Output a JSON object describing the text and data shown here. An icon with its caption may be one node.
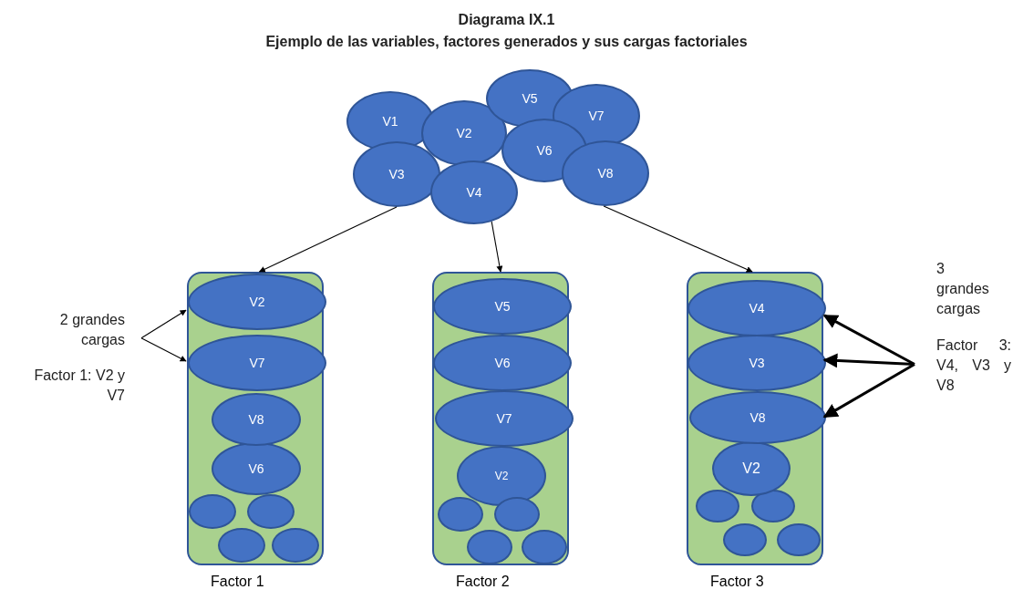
{
  "diagram": {
    "title": "Diagrama IX.1",
    "caption": "Ejemplo de las variables, factores generados y sus cargas factoriales",
    "nodes": [
      {
        "text": [
          "V1"
        ]
      },
      {
        "text": [
          "V2"
        ]
      },
      {
        "text": [
          "V3"
        ]
      },
      {
        "text": [
          "V4"
        ]
      },
      {
        "text": [
          "V5"
        ]
      },
      {
        "text": [
          "V6"
        ]
      },
      {
        "text": [
          "V7"
        ]
      },
      {
        "text": [
          "V8"
        ]
      },
      {
        "text": [
          "Factor 1"
        ]
      },
      {
        "text": [
          "V2"
        ],
        "in": 8
      },
      {
        "text": [
          "V7"
        ],
        "in": 8
      },
      {
        "text": [
          "V8"
        ],
        "in": 8
      },
      {
        "text": [
          "V6"
        ],
        "in": 8
      },
      {
        "text": [],
        "shape": "circle",
        "in": 8
      },
      {
        "text": [],
        "shape": "circle",
        "in": 8
      },
      {
        "text": [],
        "shape": "circle",
        "in": 8
      },
      {
        "text": [],
        "shape": "circle",
        "in": 8
      },
      {
        "text": [
          "Factor 2"
        ]
      },
      {
        "text": [
          "V5"
        ],
        "in": 17
      },
      {
        "text": [
          "V6"
        ],
        "in": 17
      },
      {
        "text": [
          "V7"
        ],
        "in": 17
      },
      {
        "text": [
          "V2"
        ],
        "in": 17
      },
      {
        "text": [],
        "shape": "circle",
        "in": 17
      },
      {
        "text": [],
        "shape": "circle",
        "in": 17
      },
      {
        "text": [],
        "shape": "circle",
        "in": 17
      },
      {
        "text": [],
        "shape": "circle",
        "in": 17
      },
      {
        "text": [
          "Factor 3"
        ]
      },
      {
        "text": [
          "V4"
        ],
        "in": 26
      },
      {
        "text": [
          "V3"
        ],
        "in": 26
      },
      {
        "text": [
          "V8"
        ],
        "in": 26
      },
      {
        "text": [
          "V2"
        ],
        "in": 26
      },
      {
        "text": [],
        "shape": "circle",
        "in": 26
      },
      {
        "text": [],
        "shape": "circle",
        "in": 26
      },
      {
        "text": [],
        "shape": "circle",
        "in": 26
      },
      {
        "text": [],
        "shape": "circle",
        "in": 26
      },
      {
        "text": [
          "2 grandes cargas"
        ]
      },
      {
        "text": [
          "Factor 3: V4, V3 y V8"
        ]
      }
    ],
    "edges": [
      {
        "from": 2,
        "to": 8,
        "arrow": "to"
      },
      {
        "from": 3,
        "to": 17,
        "arrow": "to"
      },
      {
        "from": 7,
        "to": 26,
        "arrow": "to"
      },
      {
        "from": 35,
        "to": 9,
        "arrow": "to"
      },
      {
        "from": 35,
        "to": 10,
        "arrow": "to"
      },
      {
        "from": 36,
        "to": 27,
        "arrow": "to",
        "style": "thick"
      },
      {
        "from": 36,
        "to": 28,
        "arrow": "to",
        "style": "thick"
      },
      {
        "from": 36,
        "to": 29,
        "arrow": "to",
        "style": "thick"
      }
    ],
    "labels": [
      "3 grandes cargas",
      "Factor 1: V2 y V7"
    ]
  }
}
